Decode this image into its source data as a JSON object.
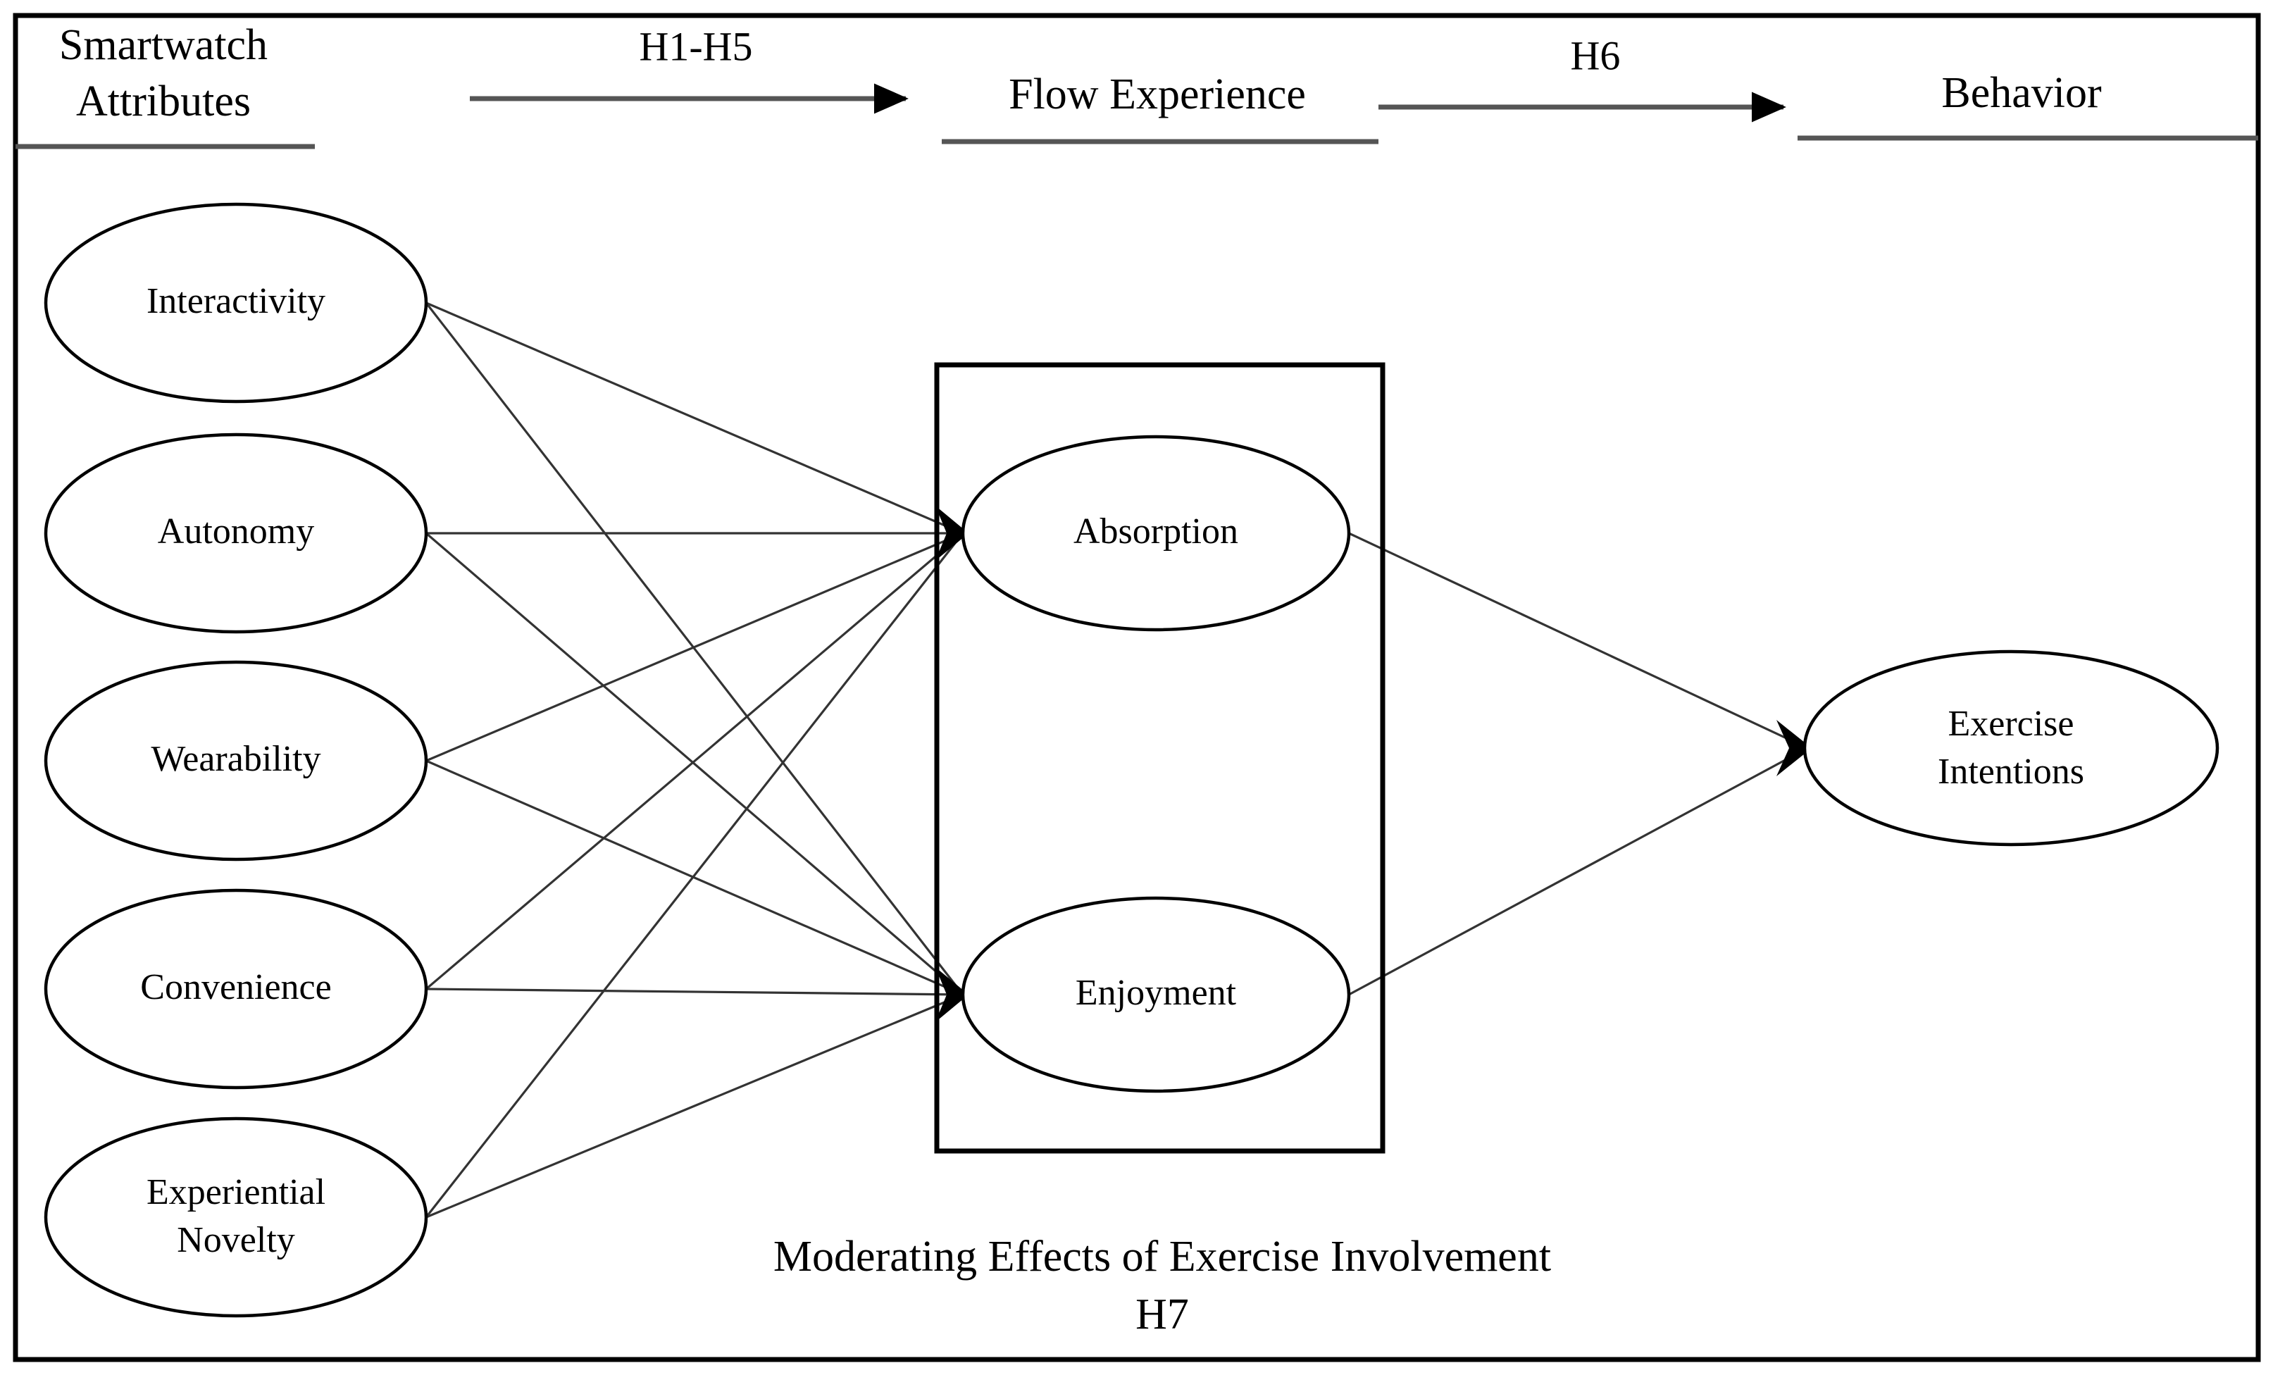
{
  "figure": {
    "type": "conceptual-research-model",
    "title_bands": [
      {
        "id": "antecedents",
        "label": "Smartwatch\nAttributes",
        "line1": "Smartwatch",
        "line2": "Attributes"
      },
      {
        "id": "mediator",
        "label": "Flow Experience"
      },
      {
        "id": "outcome",
        "label": "Behavior"
      }
    ],
    "stage_arrows": [
      {
        "id": "arrow-h1-h5",
        "label": "H1-H5",
        "from": "Smartwatch Attributes",
        "to": "Flow Experience"
      },
      {
        "id": "arrow-h6",
        "label": "H6",
        "from": "Flow Experience",
        "to": "Behavior"
      }
    ],
    "antecedent_nodes": [
      {
        "id": "interactivity",
        "label": "Interactivity",
        "line1": "Interactivity",
        "line2": ""
      },
      {
        "id": "autonomy",
        "label": "Autonomy",
        "line1": "Autonomy",
        "line2": ""
      },
      {
        "id": "wearability",
        "label": "Wearability",
        "line1": "Wearability",
        "line2": ""
      },
      {
        "id": "convenience",
        "label": "Convenience",
        "line1": "Convenience",
        "line2": ""
      },
      {
        "id": "experiential-novelty",
        "label": "Experiential Novelty",
        "line1": "Experiential",
        "line2": "Novelty"
      }
    ],
    "mediator_nodes": [
      {
        "id": "absorption",
        "label": "Absorption"
      },
      {
        "id": "enjoyment",
        "label": "Enjoyment"
      }
    ],
    "outcome_nodes": [
      {
        "id": "exercise-intentions",
        "label": "Exercise Intentions",
        "line1": "Exercise",
        "line2": "Intentions"
      }
    ],
    "moderator": {
      "id": "exercise-involvement",
      "caption_line1": "Moderating Effects of Exercise Involvement",
      "caption_line2": "H7"
    },
    "colors": {
      "stroke": "#000000",
      "path_line": "#333333",
      "rule": "#555555",
      "background": "#ffffff"
    }
  }
}
